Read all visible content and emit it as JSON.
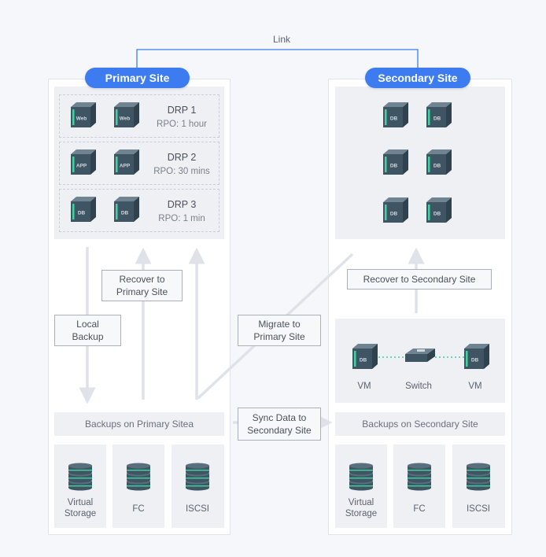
{
  "link": {
    "label": "Link"
  },
  "primary": {
    "title": "Primary Site",
    "drps": [
      {
        "name": "DRP 1",
        "rpo": "RPO: 1 hour",
        "server_tag": "Web"
      },
      {
        "name": "DRP 2",
        "rpo": "RPO: 30 mins",
        "server_tag": "APP"
      },
      {
        "name": "DRP 3",
        "rpo": "RPO: 1 min",
        "server_tag": "DB"
      }
    ],
    "recover_label": "Recover to Primary Site",
    "local_backup_label": "Local Backup",
    "backups_label": "Backups on Primary Sitea",
    "storage": [
      "Virtual Storage",
      "FC",
      "ISCSI"
    ]
  },
  "secondary": {
    "title": "Secondary Site",
    "server_tag": "DB",
    "recover_label": "Recover to Secondary Site",
    "network": {
      "vm_label": "VM",
      "switch_label": "Switch"
    },
    "backups_label": "Backups on Secondary Site",
    "storage": [
      "Virtual Storage",
      "FC",
      "ISCSI"
    ]
  },
  "middle": {
    "migrate_label": "Migrate to Primary Site",
    "sync_label": "Sync Data to Secondary Site"
  },
  "colors": {
    "accent": "#3d7cf0",
    "arrow": "#dfe2e8",
    "server_dark": "#3f5563",
    "server_light": "#6f8391",
    "server_green": "#3fd3a0"
  }
}
